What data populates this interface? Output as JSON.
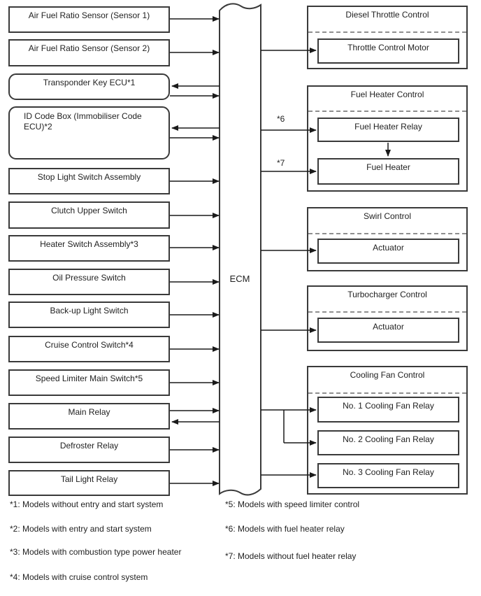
{
  "ecm": {
    "label": "ECM"
  },
  "left_boxes": [
    {
      "label": "Air Fuel Ratio Sensor (Sensor 1)"
    },
    {
      "label": "Air Fuel Ratio Sensor (Sensor 2)"
    },
    {
      "label": "Transponder Key ECU*1"
    },
    {
      "label": "ID Code Box (Immobiliser Code ECU)*2"
    },
    {
      "label": "Stop Light Switch Assembly"
    },
    {
      "label": "Clutch Upper Switch"
    },
    {
      "label": "Heater Switch Assembly*3"
    },
    {
      "label": "Oil Pressure Switch"
    },
    {
      "label": "Back-up Light Switch"
    },
    {
      "label": "Cruise Control Switch*4"
    },
    {
      "label": "Speed Limiter Main Switch*5"
    },
    {
      "label": "Main Relay"
    },
    {
      "label": "Defroster Relay"
    },
    {
      "label": "Tail Light Relay"
    }
  ],
  "right_groups": [
    {
      "title": "Diesel Throttle Control",
      "items": [
        {
          "label": "Throttle Control Motor"
        }
      ]
    },
    {
      "title": "Fuel Heater Control",
      "items": [
        {
          "label": "Fuel Heater Relay",
          "annotation": "*6"
        },
        {
          "label": "Fuel Heater",
          "annotation": "*7"
        }
      ]
    },
    {
      "title": "Swirl Control",
      "items": [
        {
          "label": "Actuator"
        }
      ]
    },
    {
      "title": "Turbocharger Control",
      "items": [
        {
          "label": "Actuator"
        }
      ]
    },
    {
      "title": "Cooling Fan Control",
      "items": [
        {
          "label": "No. 1 Cooling Fan Relay"
        },
        {
          "label": "No. 2 Cooling Fan Relay"
        },
        {
          "label": "No. 3 Cooling Fan Relay"
        }
      ]
    }
  ],
  "footnotes": {
    "left": [
      "*1: Models without entry and start system",
      "*2: Models with entry and start system",
      "*3: Models with combustion type power heater",
      "*4: Models with cruise control system"
    ],
    "right": [
      "*5: Models with speed limiter control",
      "*6: Models with fuel heater relay",
      "*7: Models without fuel heater relay"
    ]
  },
  "colors": {
    "border": "#3a3a3a",
    "line": "#1a1a1a",
    "dashed_separator": "#8f8f8f",
    "text": "#1f1f1f",
    "background": "#ffffff"
  }
}
